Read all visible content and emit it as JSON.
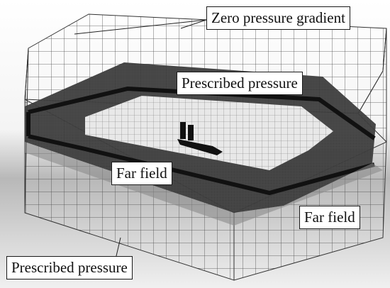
{
  "labels": {
    "zero_pressure_gradient": "Zero pressure gradient",
    "prescribed_pressure_top": "Prescribed pressure",
    "far_field_left": "Far field",
    "far_field_right": "Far field",
    "prescribed_pressure_bottom": "Prescribed pressure"
  },
  "colors": {
    "mesh_line": "#3a3a3a",
    "dense_mesh": "#3c3c3c",
    "refined_band": "#111111",
    "inner_surface": "#e8e8e8",
    "background_gradient_top": "#ffffff",
    "background_gradient_bottom": "#9a9a9a",
    "label_border": "#1a1a1a"
  },
  "icons": [
    "ship-hull-model",
    "leader-line"
  ]
}
